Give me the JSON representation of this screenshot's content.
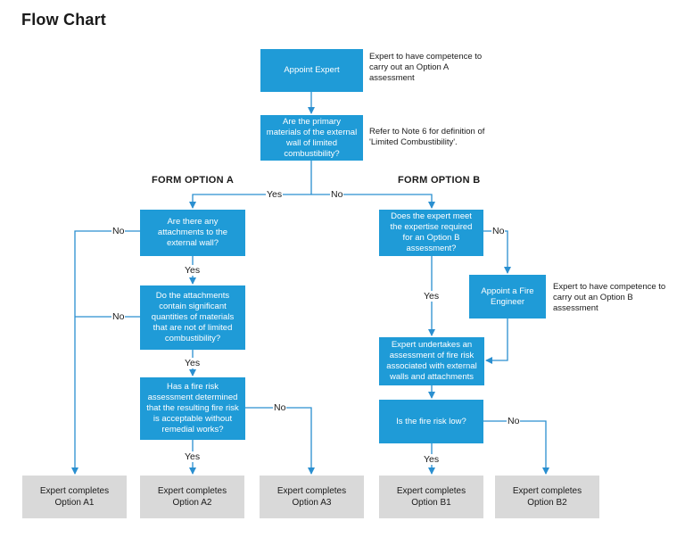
{
  "title": "Flow Chart",
  "headers": {
    "option_a": "FORM OPTION A",
    "option_b": "FORM OPTION B"
  },
  "boxes": {
    "appoint_expert": "Appoint Expert",
    "primary_materials": "Are the primary materials of the external wall of limited combustibility?",
    "attachments": "Are there any attachments to the external wall?",
    "attachments_significant": "Do the attachments contain significant quantities of materials that are not of limited combustibility?",
    "fire_risk_assessment": "Has a fire risk assessment determined that the resulting fire risk is acceptable without remedial works?",
    "expert_expertise": "Does the expert meet the expertise required for an Option B assessment?",
    "appoint_fire_engineer": "Appoint a Fire Engineer",
    "expert_undertakes": "Expert undertakes an assessment of fire risk associated with external walls and attachments",
    "fire_risk_low": "Is the fire risk low?"
  },
  "outcomes": {
    "a1": "Expert completes\nOption A1",
    "a2": "Expert completes\nOption A2",
    "a3": "Expert completes\nOption A3",
    "b1": "Expert completes\nOption B1",
    "b2": "Expert completes\nOption B2"
  },
  "notes": {
    "expert_a": "Expert to have competence to carry out an Option A assessment",
    "note6": "Refer to Note 6 for definition of 'Limited Combustibility'.",
    "expert_b": "Expert to have competence to carry out an Option B assessment"
  },
  "labels": {
    "yes": "Yes",
    "no": "No"
  },
  "colors": {
    "box_fill": "#1f9bd7",
    "outcome_fill": "#d9d9d9",
    "connector": "#2a8fd0"
  }
}
